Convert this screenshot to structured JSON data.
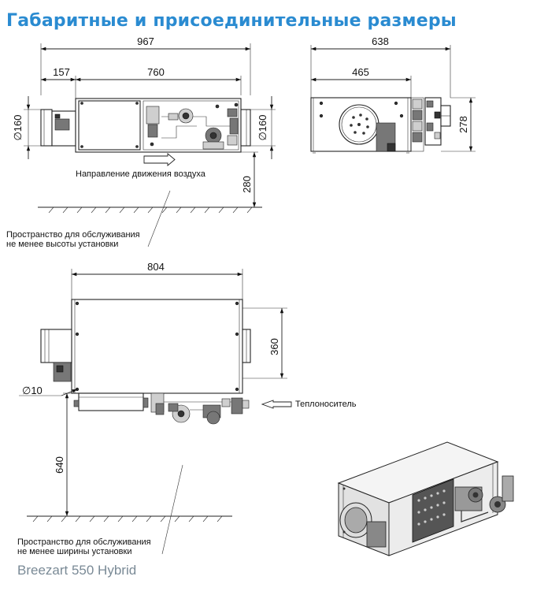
{
  "title": "Габаритные и присоединительные размеры",
  "footer": "Breezart 550 Hybrid",
  "front_view": {
    "dim_total": "967",
    "dim_offset": "157",
    "dim_body": "760",
    "dim_inlet": "160",
    "dim_outlet": "160",
    "dim_floor": "280",
    "airflow": "Направление движения воздуха",
    "service_line1": "Пространство для обслуживания",
    "service_line2": "не менее высоты установки"
  },
  "side_view": {
    "dim_total": "638",
    "dim_partial": "465",
    "dim_height": "278"
  },
  "top_view": {
    "dim_length": "804",
    "dim_depth": "360",
    "dim_hole": "10",
    "coolant": "Теплоноситель",
    "dim_floor": "640",
    "service_line1": "Пространство для обслуживания",
    "service_line2": "не менее ширины установки"
  },
  "symbols": {
    "diameter": "∅"
  }
}
